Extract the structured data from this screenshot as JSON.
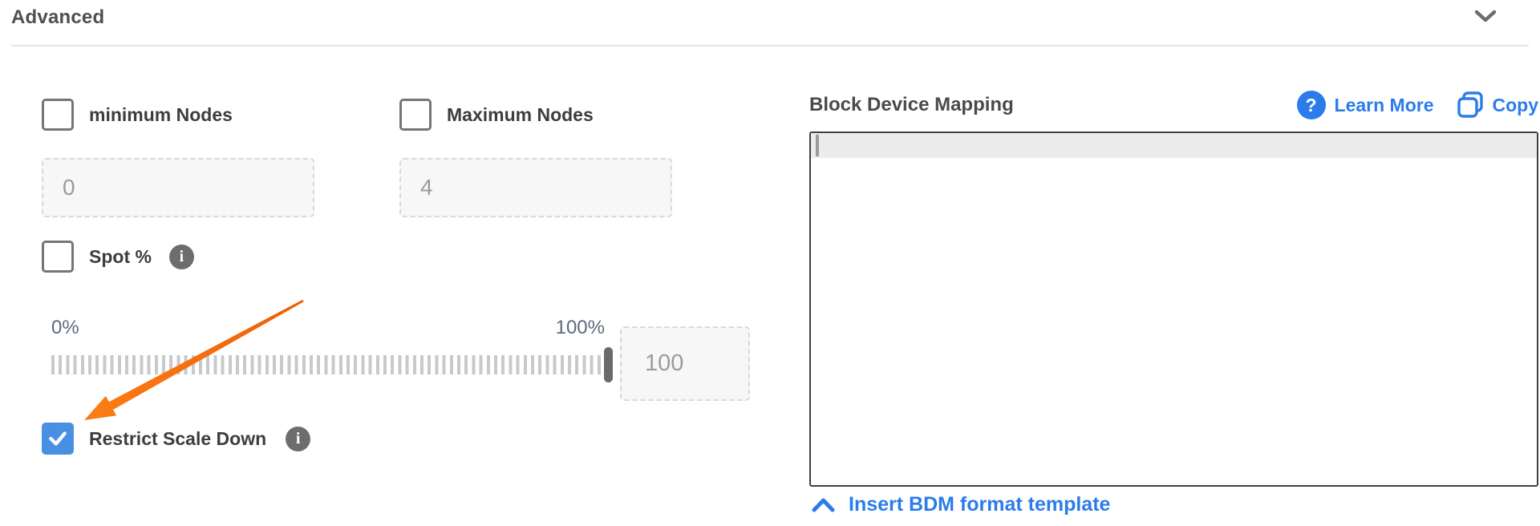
{
  "header": {
    "title": "Advanced",
    "collapse_icon": "chevron-down"
  },
  "left": {
    "min_nodes": {
      "label": "minimum Nodes",
      "checked": false,
      "value": "0"
    },
    "max_nodes": {
      "label": "Maximum Nodes",
      "checked": false,
      "value": "4"
    },
    "spot": {
      "label": "Spot %",
      "checked": false,
      "info_icon": "info-icon"
    },
    "slider": {
      "min_label": "0%",
      "max_label": "100%",
      "value": "100",
      "position_pct": 100
    },
    "restrict_scale_down": {
      "label": "Restrict Scale Down",
      "checked": true,
      "info_icon": "info-icon"
    }
  },
  "right": {
    "title": "Block Device Mapping",
    "learn_more_label": "Learn More",
    "copy_label": "Copy",
    "editor_value": "",
    "insert_link_label": "Insert BDM format template"
  },
  "annotation": {
    "type": "arrow",
    "points_to": "restrict-scale-down-checkbox"
  },
  "colors": {
    "link_blue": "#2b7ceb",
    "checked_checkbox_blue": "#4a90e2",
    "arrow_orange": "#f4700b",
    "slider_handle_gray": "#6a6a6a",
    "tick_gray": "#c9c9c9"
  }
}
